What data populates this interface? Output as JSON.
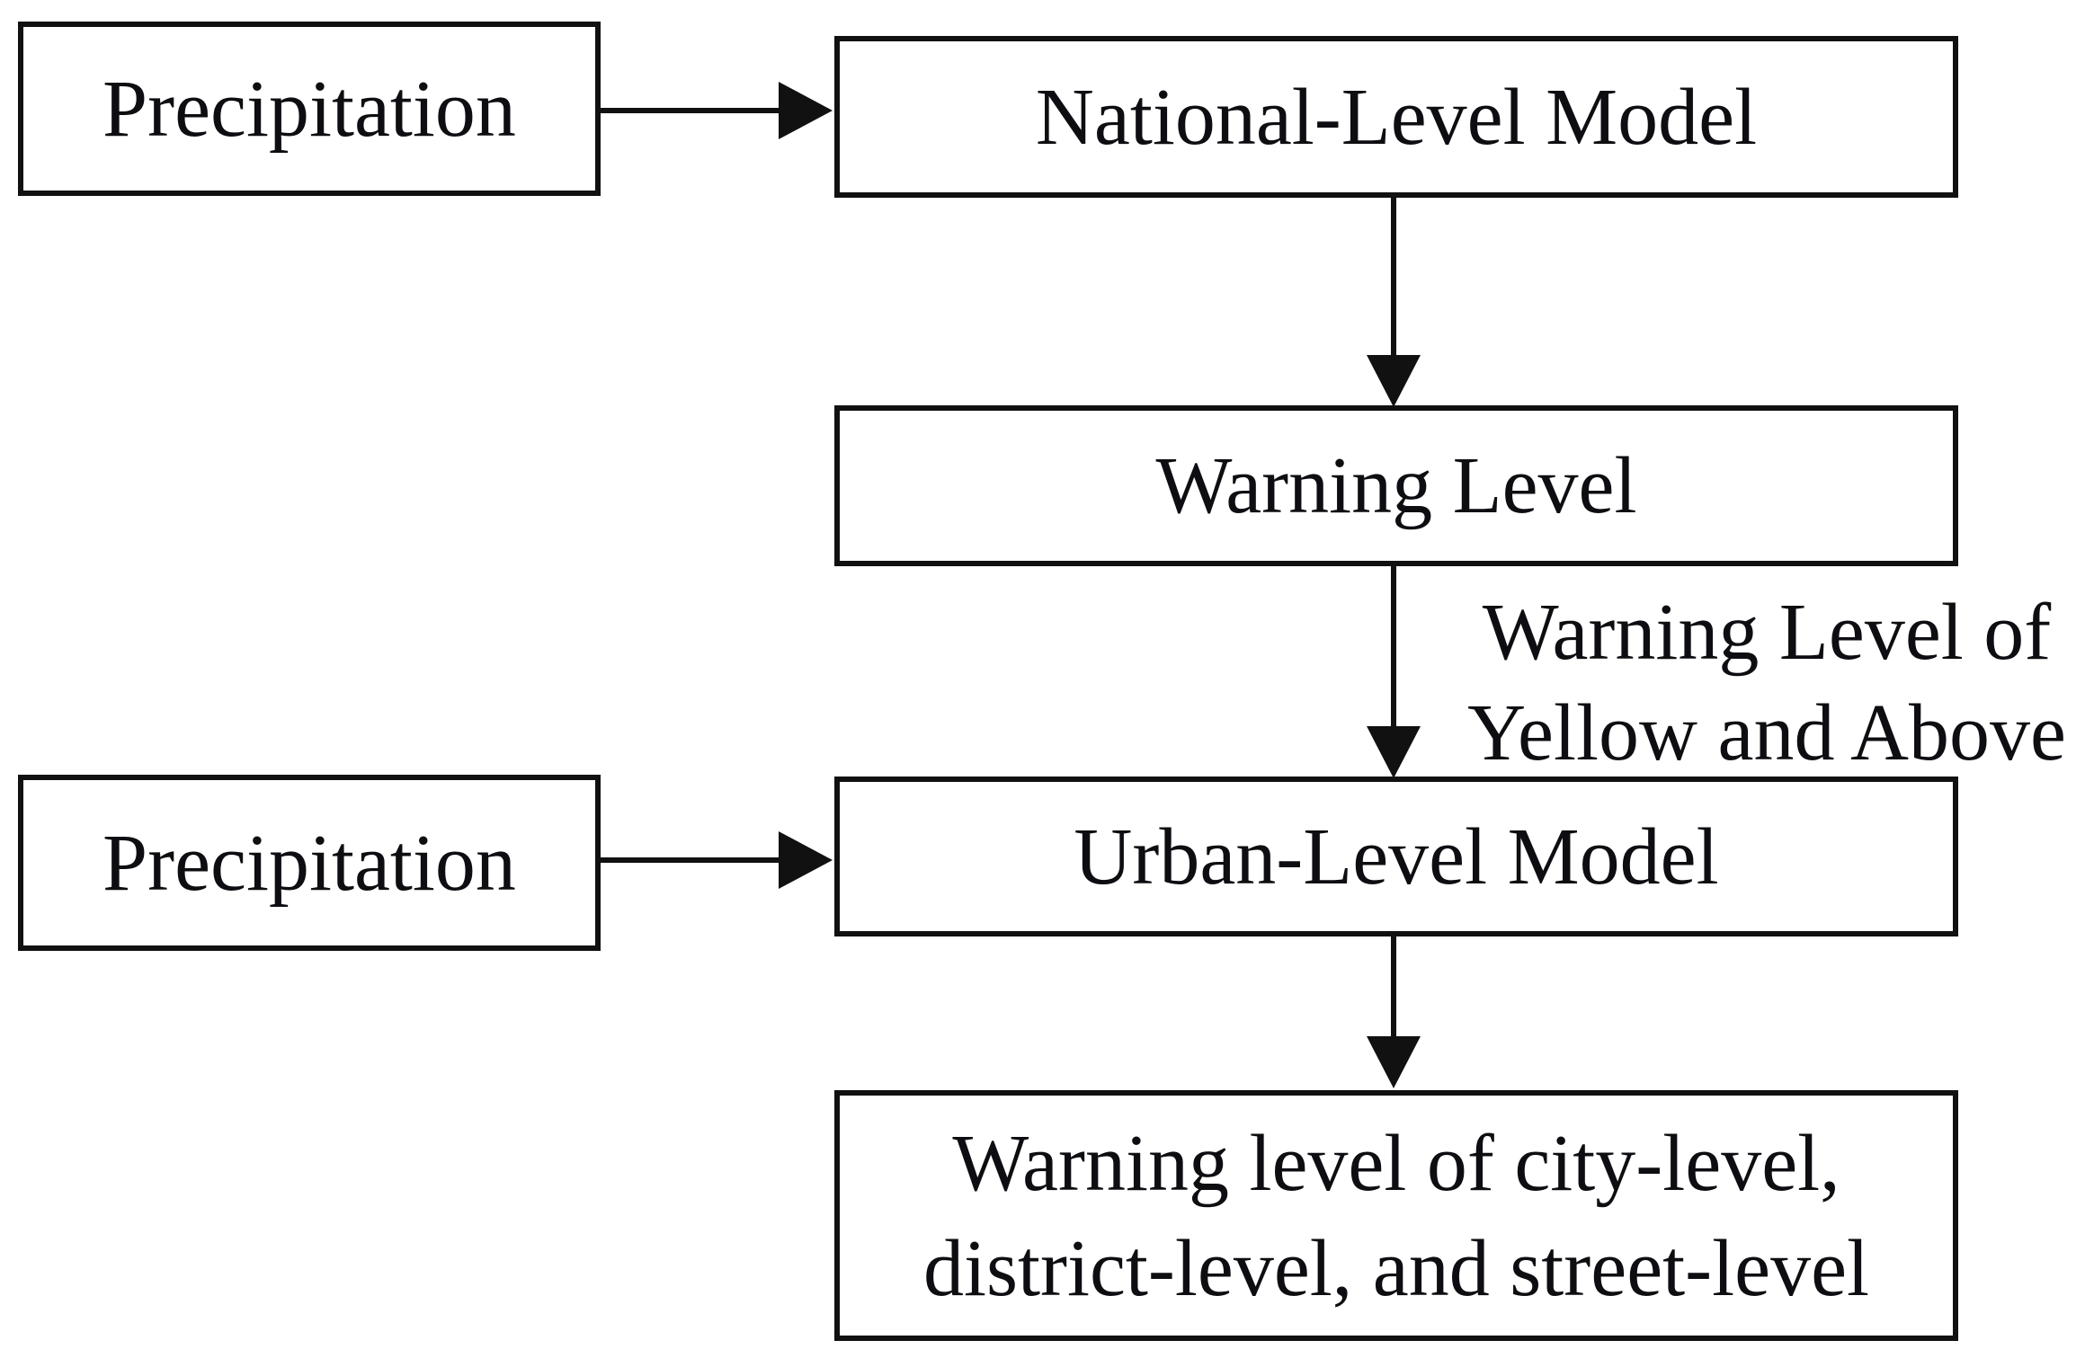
{
  "figure": {
    "background_color": "#ffffff",
    "line_color": "#111111",
    "text_color": "#0e0e12",
    "nodes": {
      "precipitation_top": {
        "label": "Precipitation"
      },
      "national_model": {
        "label": "National-Level Model"
      },
      "warning_level": {
        "label": "Warning Level"
      },
      "precipitation_bottom": {
        "label": "Precipitation"
      },
      "urban_model": {
        "label": "Urban-Level Model"
      },
      "output": {
        "line1": "Warning level of city-level,",
        "line2": "district-level, and street-level"
      }
    },
    "edge_label": {
      "line1": "Warning Level of",
      "line2": "Yellow and Above"
    },
    "edges": [
      {
        "from": "Precipitation (top)",
        "to": "National-Level Model",
        "label": ""
      },
      {
        "from": "National-Level Model",
        "to": "Warning Level",
        "label": ""
      },
      {
        "from": "Warning Level",
        "to": "Urban-Level Model",
        "label": "Warning Level of Yellow and Above"
      },
      {
        "from": "Precipitation (bottom)",
        "to": "Urban-Level Model",
        "label": ""
      },
      {
        "from": "Urban-Level Model",
        "to": "Warning level of city-level, district-level, and street-level",
        "label": ""
      }
    ]
  }
}
